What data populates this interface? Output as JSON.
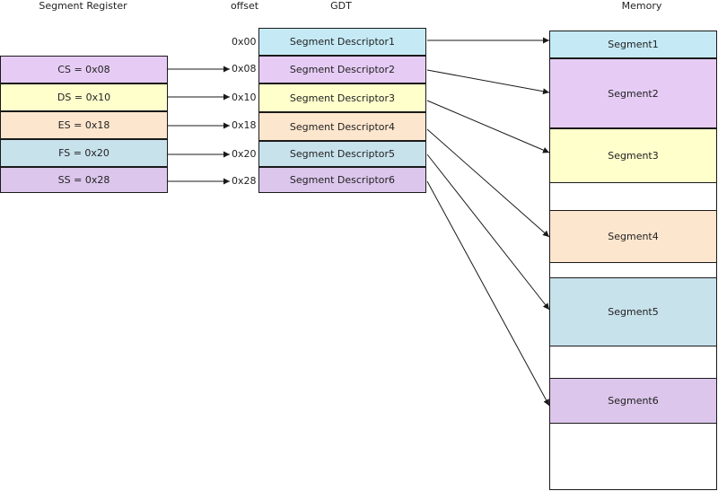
{
  "headers": {
    "segment_register": "Segment Register",
    "offset": "offset",
    "gdt": "GDT",
    "memory": "Memory"
  },
  "registers": [
    {
      "label": "CS = 0x08",
      "color": "#E6CCF5"
    },
    {
      "label": "DS = 0x10",
      "color": "#FFFFCC"
    },
    {
      "label": "ES = 0x18",
      "color": "#FDE6CE"
    },
    {
      "label": "FS = 0x20",
      "color": "#C8E2EC"
    },
    {
      "label": "SS = 0x28",
      "color": "#DCC6EC"
    }
  ],
  "offsets": [
    "0x00",
    "0x08",
    "0x10",
    "0x18",
    "0x20",
    "0x28"
  ],
  "descriptors": [
    {
      "label": "Segment Descriptor1",
      "color": "#C5EAF6"
    },
    {
      "label": "Segment Descriptor2",
      "color": "#E6CCF5"
    },
    {
      "label": "Segment Descriptor3",
      "color": "#FFFFCC"
    },
    {
      "label": "Segment Descriptor4",
      "color": "#FDE6CE"
    },
    {
      "label": "Segment Descriptor5",
      "color": "#C8E2EC"
    },
    {
      "label": "Segment Descriptor6",
      "color": "#DCC6EC"
    }
  ],
  "segments": [
    {
      "label": "Segment1",
      "color": "#C5EAF6"
    },
    {
      "label": "Segment2",
      "color": "#E6CCF5"
    },
    {
      "label": "Segment3",
      "color": "#FFFFCC"
    },
    {
      "label": "Segment4",
      "color": "#FDE6CE"
    },
    {
      "label": "Segment5",
      "color": "#C8E2EC"
    },
    {
      "label": "Segment6",
      "color": "#DCC6EC"
    }
  ]
}
